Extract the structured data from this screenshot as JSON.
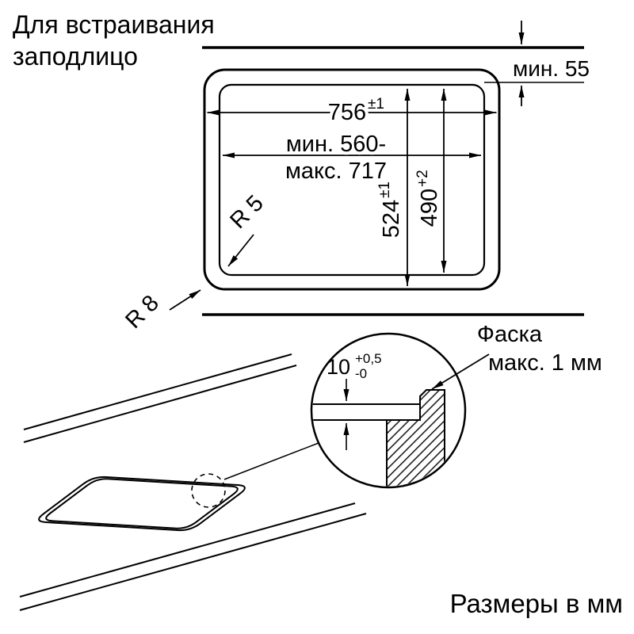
{
  "header": {
    "title_line1": "Для встраивания",
    "title_line2": "заподлицо"
  },
  "top_view": {
    "rear_clearance_label": "мин. 55",
    "width_value": "756",
    "width_tolerance": "±1",
    "cutout_width_line1": "мин. 560-",
    "cutout_width_line2": "макс. 717",
    "depth_value": "524",
    "depth_tolerance": "±1",
    "cutout_depth_value": "490",
    "cutout_depth_tolerance": "+2",
    "inner_corner_radius_label": "R 5",
    "outer_corner_radius_label": "R 8"
  },
  "detail_view": {
    "recess_depth_value": "10",
    "recess_depth_tolerance_plus": "+0,5",
    "recess_depth_tolerance_minus": "-0",
    "chamfer_label_line1": "Фаска",
    "chamfer_label_line2": "макс. 1 мм"
  },
  "footer": {
    "units_label": "Размеры в мм"
  },
  "colors": {
    "line": "#000000",
    "background": "#ffffff"
  }
}
